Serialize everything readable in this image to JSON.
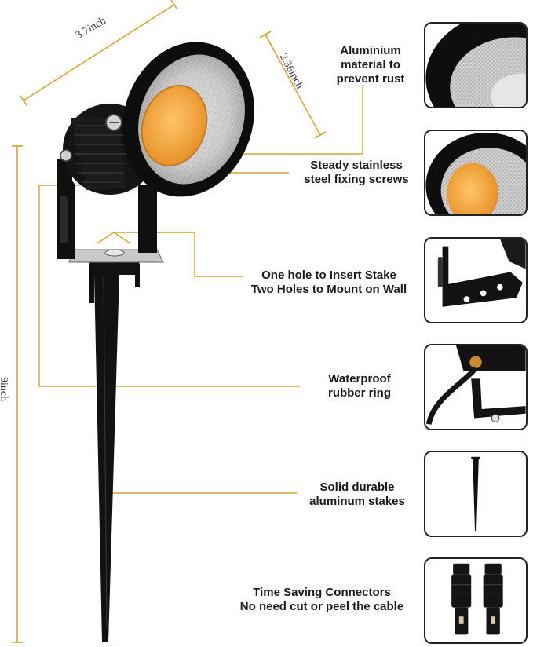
{
  "dimensions": {
    "width_label": "3.7inch",
    "head_label": "2.36inch",
    "height_label": "9inch"
  },
  "features": [
    {
      "line1": "Aluminium",
      "line2": "material to",
      "line3": "prevent rust",
      "icon": "lamp-shade-closeup"
    },
    {
      "line1": "Steady stainless",
      "line2": "steel fixing screws",
      "icon": "reflector-closeup"
    },
    {
      "line1": "One hole to Insert Stake",
      "line2": "Two Holes to Mount on Wall",
      "icon": "bracket-closeup"
    },
    {
      "line1": "Waterproof",
      "line2": "rubber ring",
      "icon": "cable-seal-closeup"
    },
    {
      "line1": "Solid durable",
      "line2": "aluminum stakes",
      "icon": "stake-closeup"
    },
    {
      "line1": "Time Saving Connectors",
      "line2": "No need cut or peel the cable",
      "icon": "connector-closeup"
    }
  ],
  "colors": {
    "accent_line": "#d9a431",
    "led": "#f5a63c",
    "body": "#151515",
    "frame": "#222222"
  }
}
